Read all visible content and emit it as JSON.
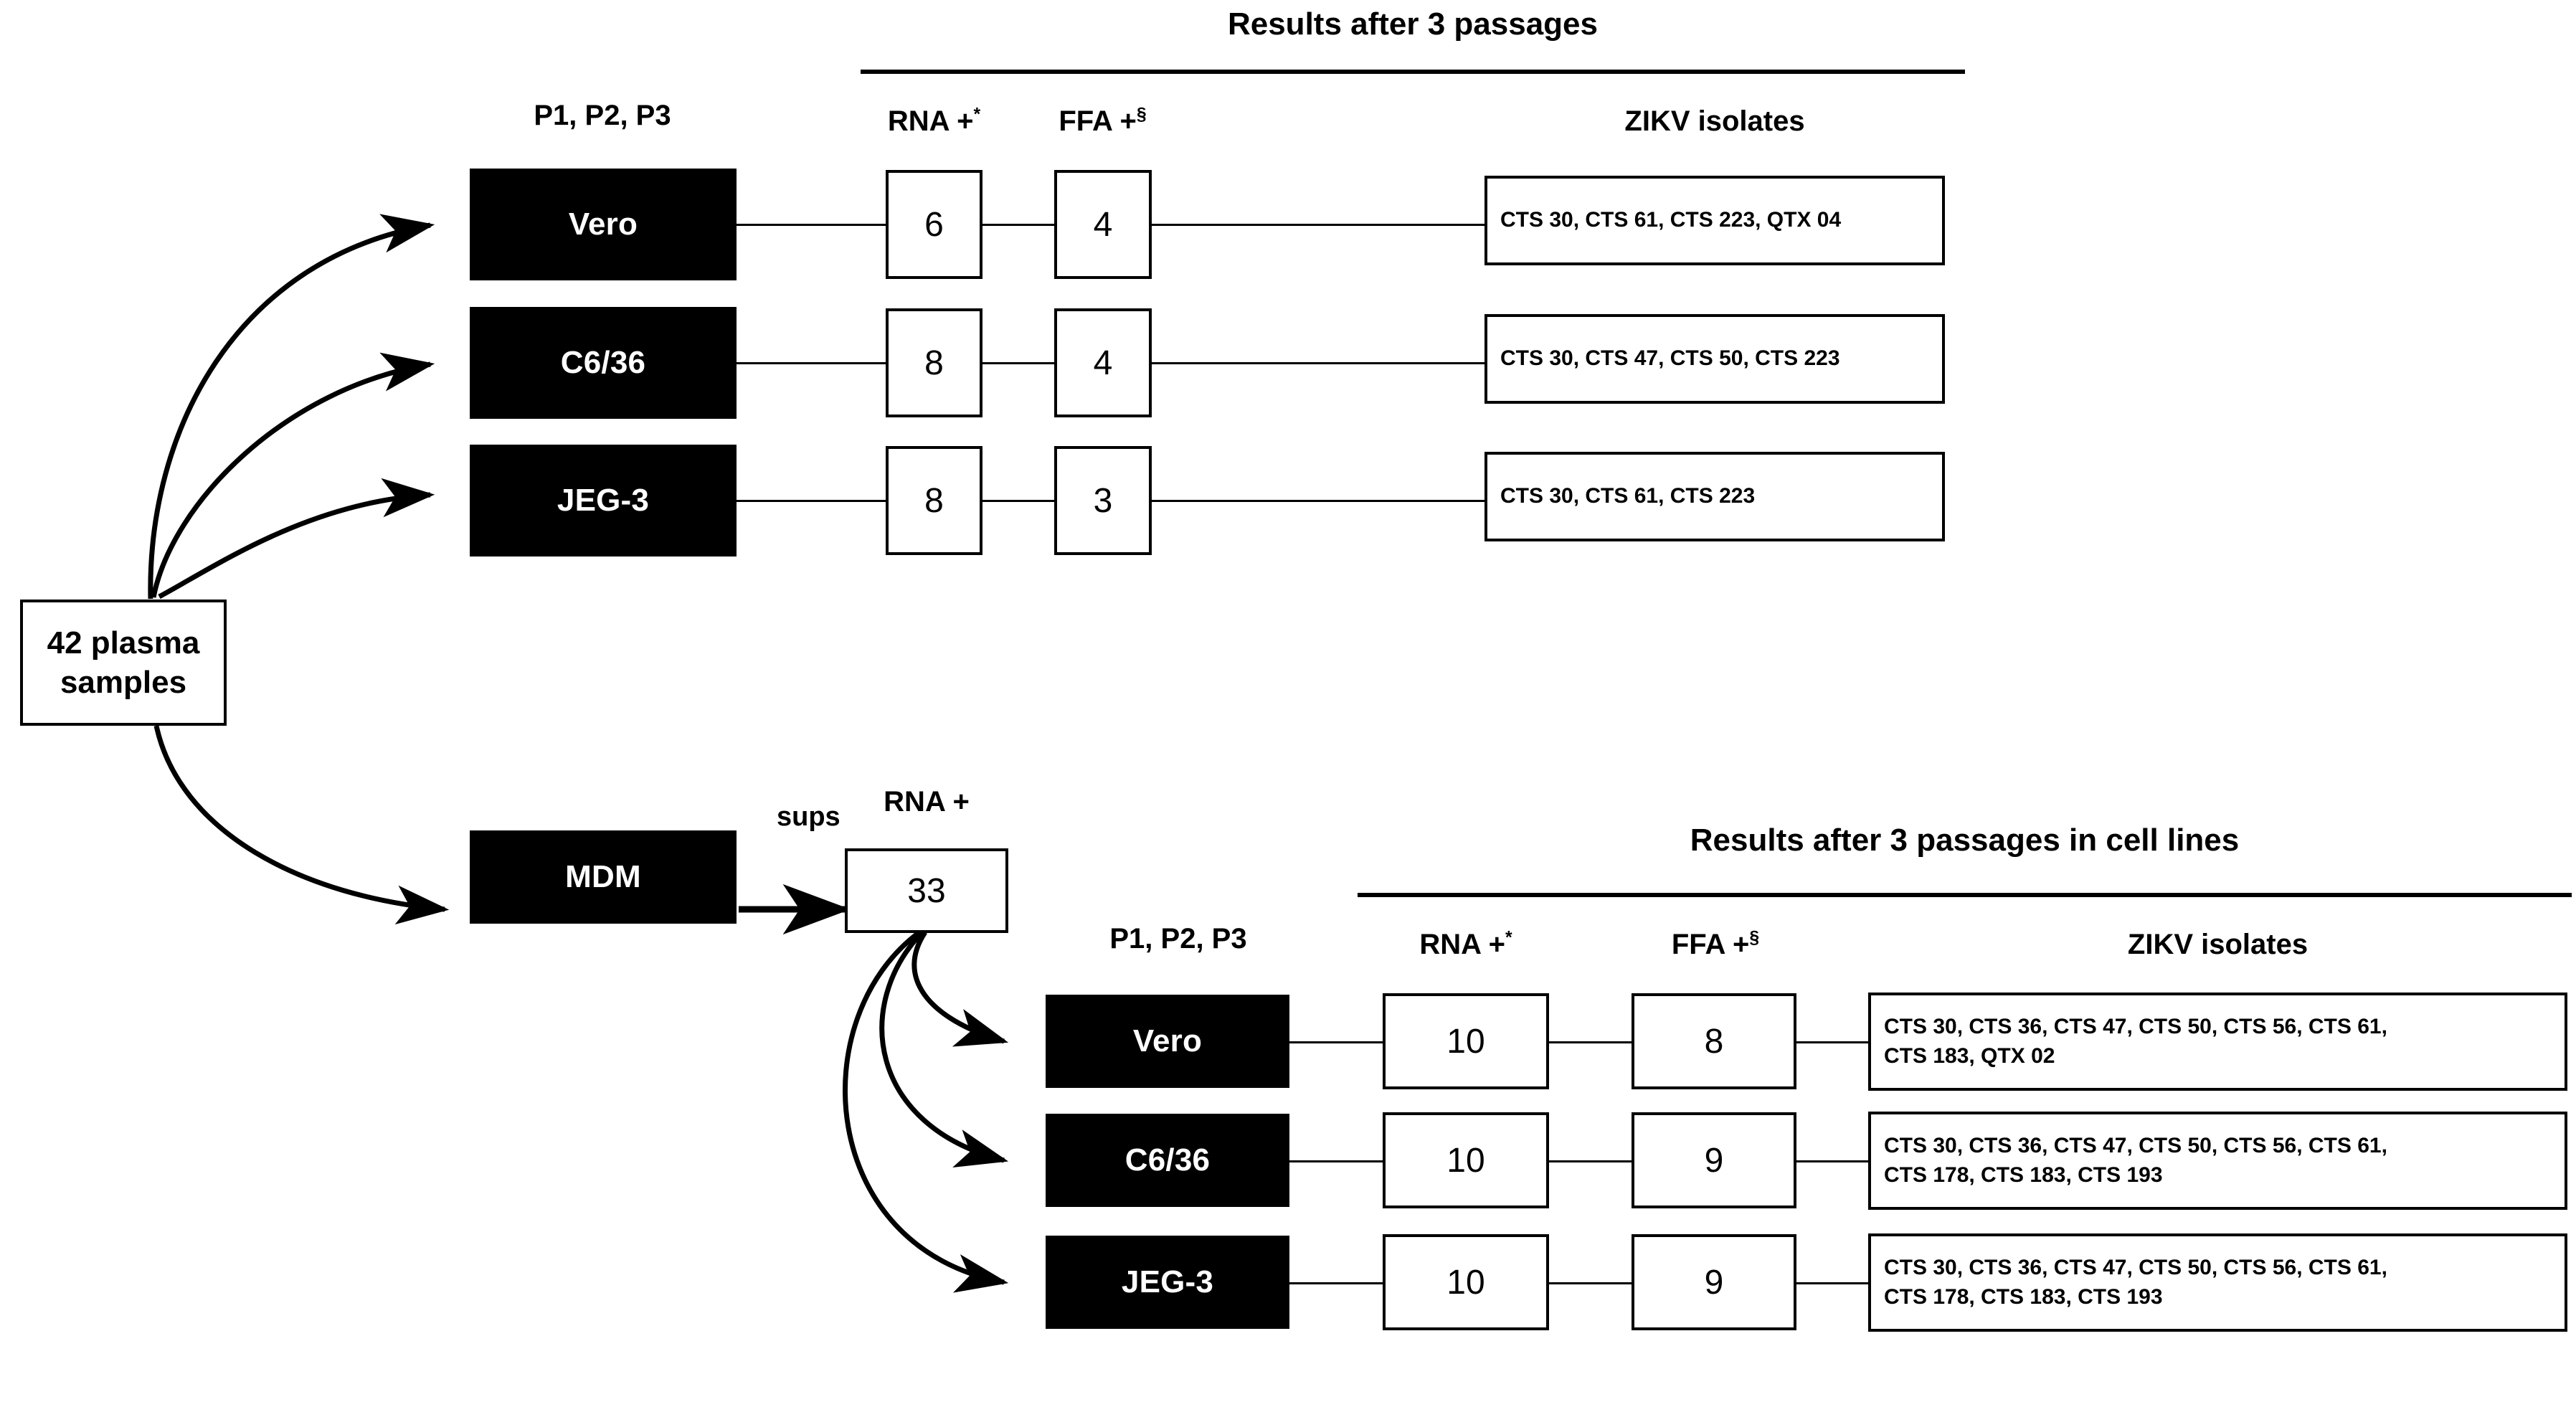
{
  "figure": {
    "source_box": {
      "line1": "42 plasma",
      "line2": "samples"
    },
    "mdm": {
      "label": "MDM",
      "sups_label": "sups",
      "rna_header": "RNA +",
      "rna_count": "33"
    },
    "passage_label": "P1, P2, P3",
    "sections": [
      {
        "id": "direct-plasma",
        "title": "Results after 3 passages",
        "columns": {
          "rna": "RNA +",
          "rna_sup": "*",
          "ffa": "FFA +",
          "ffa_sup": "§",
          "isolates": "ZIKV isolates"
        },
        "rows": [
          {
            "cell_line": "Vero",
            "rna_positive": "6",
            "ffa_positive": "4",
            "isolates": "CTS 30, CTS 61, CTS 223, QTX 04"
          },
          {
            "cell_line": "C6/36",
            "rna_positive": "8",
            "ffa_positive": "4",
            "isolates": "CTS 30, CTS 47, CTS 50, CTS 223"
          },
          {
            "cell_line": "JEG-3",
            "rna_positive": "8",
            "ffa_positive": "3",
            "isolates": "CTS 30, CTS 61, CTS 223"
          }
        ]
      },
      {
        "id": "mdm-supernatant",
        "title": "Results after 3 passages in cell lines",
        "columns": {
          "rna": "RNA +",
          "rna_sup": "*",
          "ffa": "FFA +",
          "ffa_sup": "§",
          "isolates": "ZIKV isolates"
        },
        "rows": [
          {
            "cell_line": "Vero",
            "rna_positive": "10",
            "ffa_positive": "8",
            "isolates_line1": "CTS 30, CTS 36, CTS 47, CTS 50, CTS 56, CTS 61,",
            "isolates_line2": "CTS 183, QTX 02"
          },
          {
            "cell_line": "C6/36",
            "rna_positive": "10",
            "ffa_positive": "9",
            "isolates_line1": "CTS 30, CTS 36, CTS 47, CTS 50, CTS 56, CTS 61,",
            "isolates_line2": "CTS 178, CTS 183, CTS 193"
          },
          {
            "cell_line": "JEG-3",
            "rna_positive": "10",
            "ffa_positive": "9",
            "isolates_line1": "CTS 30, CTS 36, CTS 47, CTS 50, CTS 56, CTS 61,",
            "isolates_line2": "CTS 178, CTS 183, CTS 193"
          }
        ]
      }
    ],
    "colors": {
      "stroke": "#000000",
      "cell_box_fill": "#000000",
      "cell_box_text": "#ffffff",
      "background": "#ffffff"
    }
  }
}
